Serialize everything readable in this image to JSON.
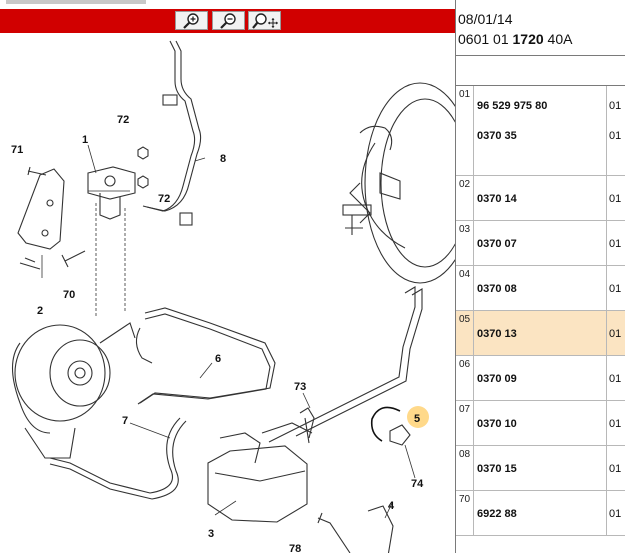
{
  "toolbar": {
    "zoom_in": "zoom-in-icon",
    "zoom_out": "zoom-out-icon",
    "zoom_area": "zoom-area-icon"
  },
  "diagram": {
    "callouts": [
      "1",
      "2",
      "3",
      "4",
      "5",
      "6",
      "7",
      "8",
      "70",
      "71",
      "72",
      "72",
      "73",
      "74",
      "78"
    ]
  },
  "header": {
    "date": "08/01/14",
    "ref_prefix": "0601 01",
    "ref_bold": "1720",
    "ref_suffix": "40A"
  },
  "parts": [
    {
      "pos": "01",
      "lines": [
        "96 529 975 80",
        "0370 35"
      ],
      "qty": [
        "01",
        "01"
      ],
      "selected": false
    },
    {
      "pos": "02",
      "lines": [
        "0370 14"
      ],
      "qty": [
        "01"
      ],
      "selected": false
    },
    {
      "pos": "03",
      "lines": [
        "0370 07"
      ],
      "qty": [
        "01"
      ],
      "selected": false
    },
    {
      "pos": "04",
      "lines": [
        "0370 08"
      ],
      "qty": [
        "01"
      ],
      "selected": false
    },
    {
      "pos": "05",
      "lines": [
        "0370 13"
      ],
      "qty": [
        "01"
      ],
      "selected": true
    },
    {
      "pos": "06",
      "lines": [
        "0370 09"
      ],
      "qty": [
        "01"
      ],
      "selected": false
    },
    {
      "pos": "07",
      "lines": [
        "0370 10"
      ],
      "qty": [
        "01"
      ],
      "selected": false
    },
    {
      "pos": "08",
      "lines": [
        "0370 15"
      ],
      "qty": [
        "01"
      ],
      "selected": false
    },
    {
      "pos": "70",
      "lines": [
        "6922 88"
      ],
      "qty": [
        "01"
      ],
      "selected": false
    }
  ],
  "colors": {
    "toolbar": "#d10000",
    "selected_row": "#fbe4c2",
    "highlight_callout": "#ffd98a"
  }
}
